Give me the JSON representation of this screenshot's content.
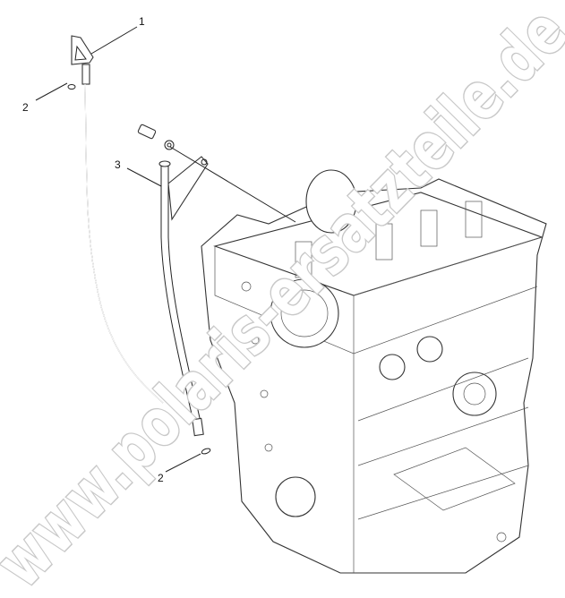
{
  "diagram": {
    "callouts": [
      {
        "label": "1",
        "part": "dipstick"
      },
      {
        "label": "2",
        "part": "o-ring"
      },
      {
        "label": "3",
        "part": "dipstick-tube"
      },
      {
        "label": "2",
        "part": "o-ring"
      }
    ],
    "watermark": "www.polaris-ersatzteile.de"
  }
}
